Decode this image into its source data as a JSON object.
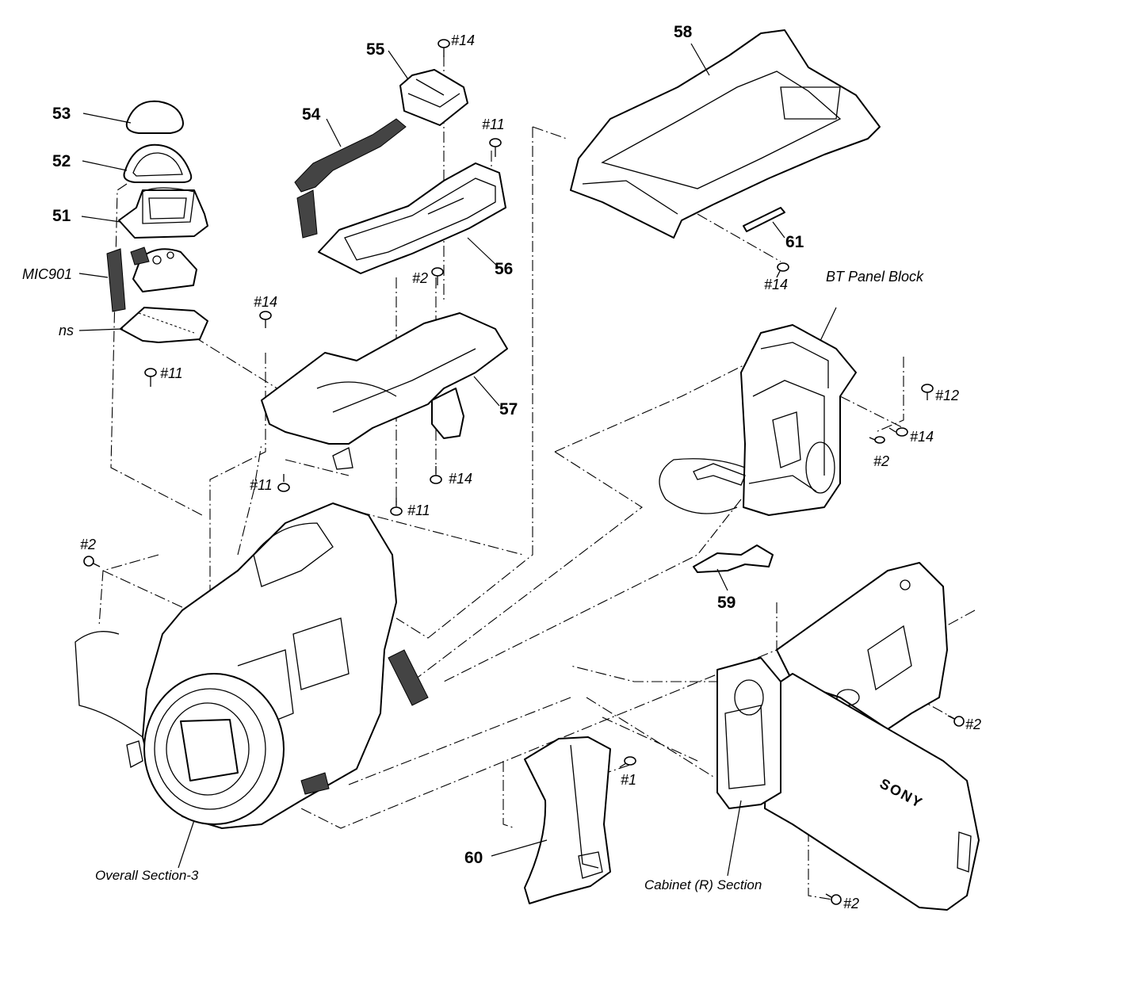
{
  "parts": {
    "p51": "51",
    "p52": "52",
    "p53": "53",
    "p54": "54",
    "p55": "55",
    "p56": "56",
    "p57": "57",
    "p58": "58",
    "p59": "59",
    "p60": "60",
    "p61": "61"
  },
  "refs": {
    "mic901": "MIC901",
    "ns": "ns",
    "bt_panel_block": "BT Panel Block",
    "overall_section_3": "Overall Section-3",
    "cabinet_r_section": "Cabinet (R) Section"
  },
  "screws": {
    "s14_top": "#14",
    "s11_upper": "#11",
    "s11_mic": "#11",
    "s14_left": "#14",
    "s2_center": "#2",
    "s14_r58": "#14",
    "s12": "#12",
    "s14_bt": "#14",
    "s2_bt": "#2",
    "s14_low": "#14",
    "s11_low_left": "#11",
    "s11_low_mid": "#11",
    "s2_left": "#2",
    "s1": "#1",
    "s2_right": "#2",
    "s2_bottom": "#2"
  },
  "markings": {
    "brand": "SONY"
  }
}
